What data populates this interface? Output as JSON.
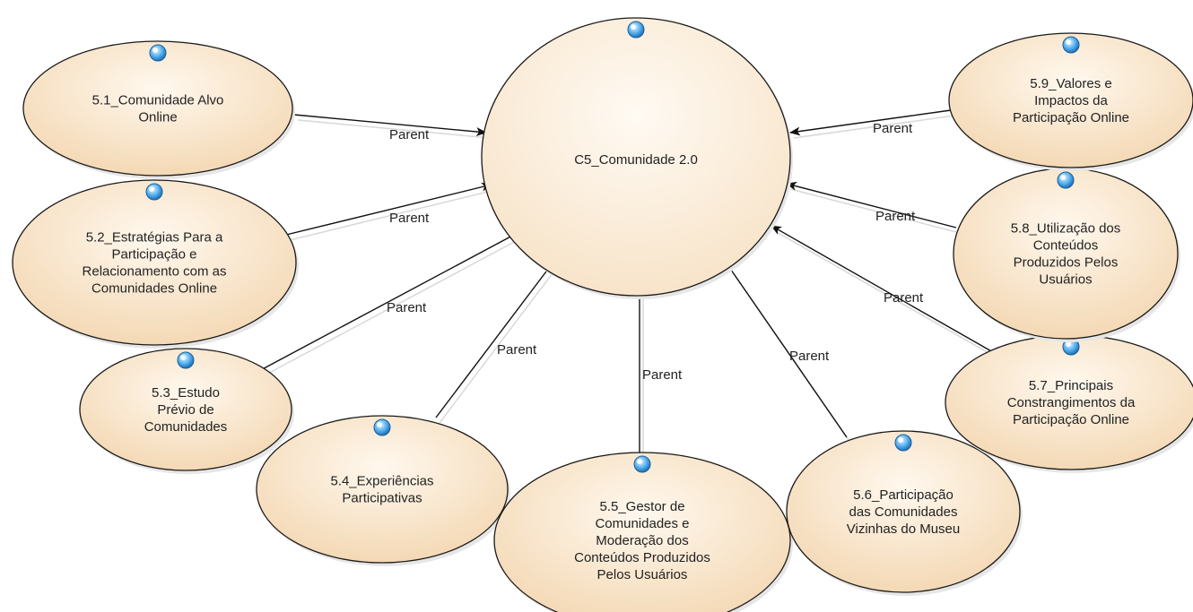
{
  "diagram": {
    "center": {
      "id": "c5",
      "label": "C5_Comunidade 2.0"
    },
    "edge_label": "Parent",
    "nodes": [
      {
        "id": "n51",
        "lines": [
          "5.1_Comunidade Alvo",
          "Online"
        ]
      },
      {
        "id": "n52",
        "lines": [
          "5.2_Estratégias Para a",
          "Participação e",
          "Relacionamento com as",
          "Comunidades Online"
        ]
      },
      {
        "id": "n53",
        "lines": [
          "5.3_Estudo",
          "Prévio de",
          "Comunidades"
        ]
      },
      {
        "id": "n54",
        "lines": [
          "5.4_Experiências",
          "Participativas"
        ]
      },
      {
        "id": "n55",
        "lines": [
          "5.5_Gestor de",
          "Comunidades e",
          "Moderação dos",
          "Conteúdos Produzidos",
          "Pelos Usuários"
        ]
      },
      {
        "id": "n56",
        "lines": [
          "5.6_Participação",
          "das Comunidades",
          "Vizinhas do Museu"
        ]
      },
      {
        "id": "n57",
        "lines": [
          "5.7_Principais",
          "Constrangimentos da",
          "Participação Online"
        ]
      },
      {
        "id": "n58",
        "lines": [
          "5.8_Utilização dos",
          "Conteúdos",
          "Produzidos Pelos",
          "Usuários"
        ]
      },
      {
        "id": "n59",
        "lines": [
          "5.9_Valores e",
          "Impactos da",
          "Participação Online"
        ]
      }
    ],
    "colors": {
      "node_fill": "#f7dfbf",
      "node_stroke": "#1a1a1a",
      "center_fill": "#fdf0e0",
      "edge": "#111111",
      "shadow": "#d8d8d8",
      "marker": "#4aa8e8"
    }
  }
}
